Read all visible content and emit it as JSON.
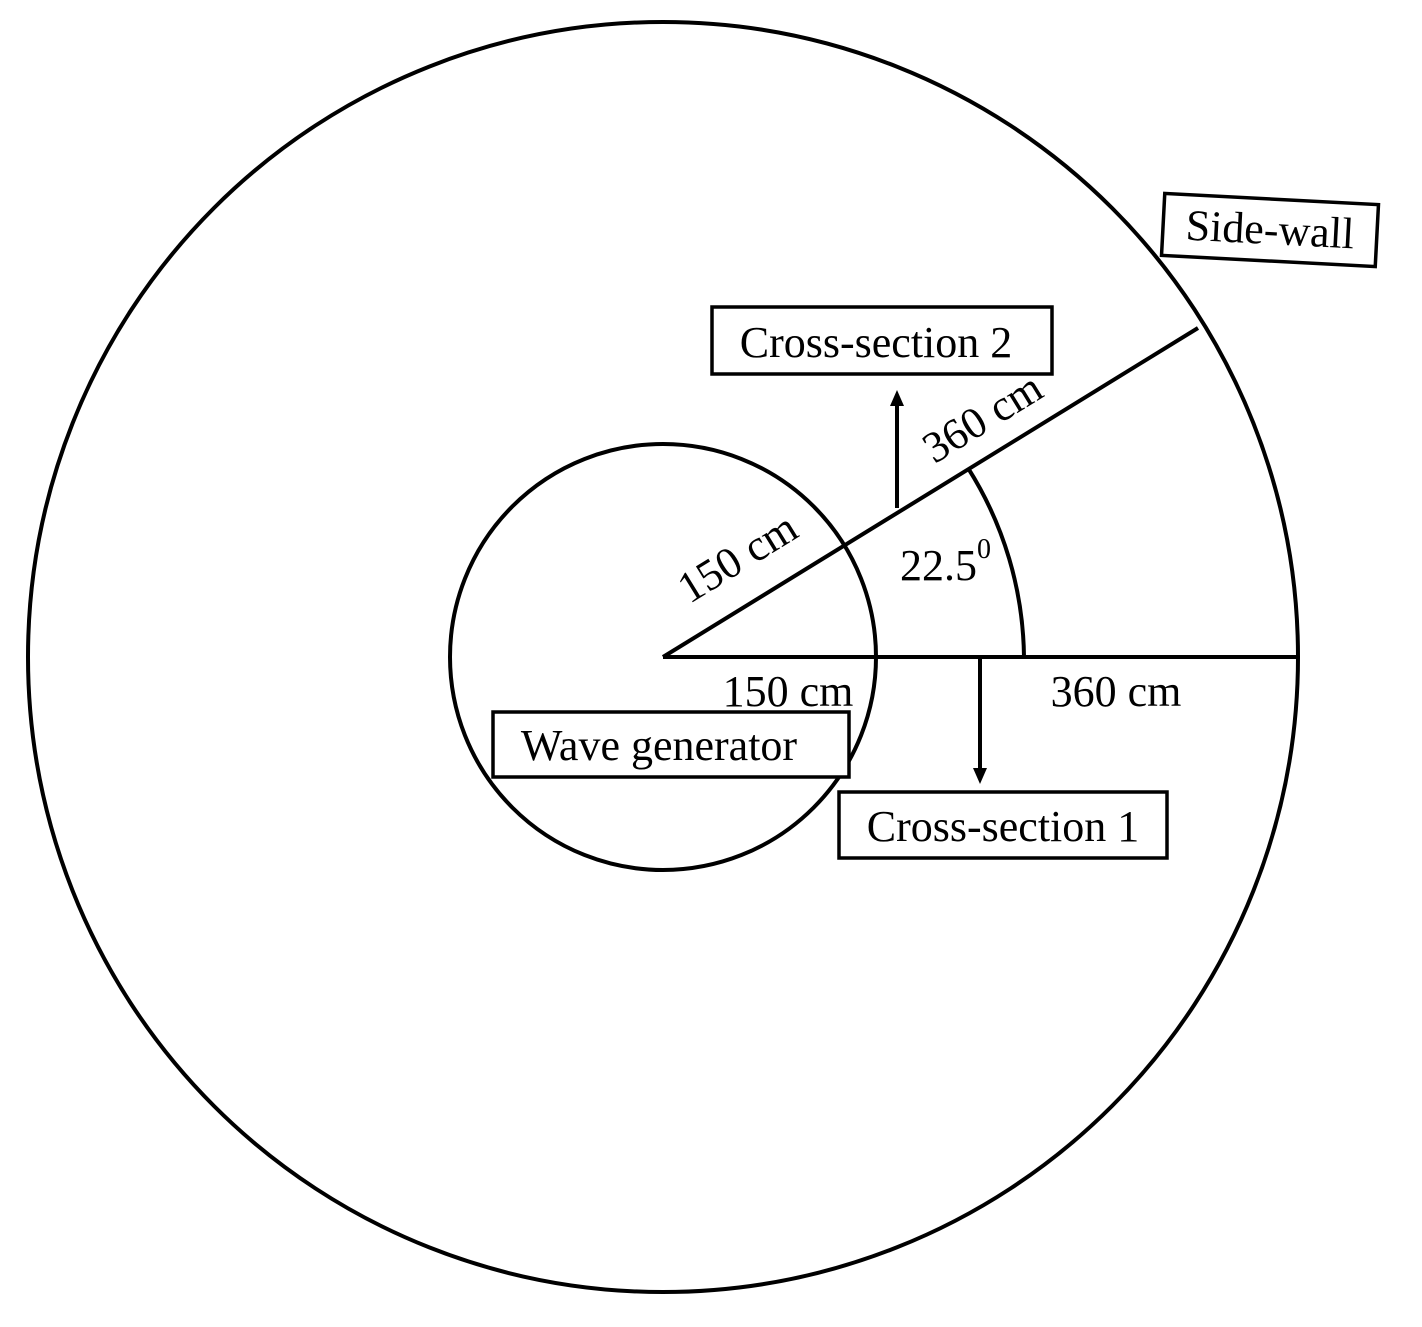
{
  "labels": {
    "side_wall": "Side-wall",
    "cross_section_2": "Cross-section 2",
    "cross_section_1": "Cross-section 1",
    "wave_generator": "Wave generator"
  },
  "dimensions": {
    "inner_radius_upper": "150 cm",
    "outer_segment_upper": "360 cm",
    "inner_radius_lower": "150 cm",
    "outer_segment_lower": "360 cm"
  },
  "angle": {
    "value": "22.5",
    "superscript": "0"
  },
  "colors": {
    "stroke": "#000000",
    "background": "#ffffff"
  }
}
